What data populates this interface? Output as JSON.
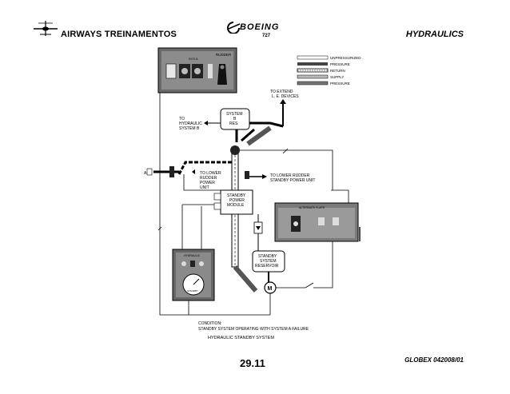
{
  "header": {
    "company": "AIRWAYS TREINAMENTOS",
    "manufacturer": "BOEING",
    "model": "727",
    "section": "HYDRAULICS"
  },
  "footer": {
    "page_number": "29.11",
    "document_code": "GLOBEX 042008/01"
  },
  "diagram": {
    "legend": [
      "UNPRESSURIZED",
      "PRESSURE",
      "RETURN",
      "SUPPLY",
      "PRESSURE"
    ],
    "panel_top_label": "RUDDER",
    "panel_top_sublabel": "SYS A",
    "to_le_devices": [
      "TO EXTEND",
      "L. E. DEVICES"
    ],
    "system_b_res": [
      "SYSTEM",
      "B",
      "RES."
    ],
    "to_hydraulic_system_b": [
      "TO",
      "HYDRAULIC",
      "SYSTEM B"
    ],
    "to_lower_rudder_pcu": [
      "TO LOWER",
      "RUDDER",
      "POWER",
      "UNIT"
    ],
    "to_lower_rudder_standby": [
      "TO LOWER RUDDER",
      "STANDBY POWER UNIT"
    ],
    "standby_power_module": [
      "STANDBY",
      "POWER",
      "MODULE"
    ],
    "alternate_flaps_label": "ALTERNATE FLAPS",
    "standby_system_reservoir": [
      "STANDBY",
      "SYSTEM",
      "RESERVOIR"
    ],
    "motor_label": "M",
    "valve_label": "A",
    "hydraulic_panel_label": "HYDRAULIC",
    "gauge_label": "STANDBY",
    "condition_title": "CONDITION:",
    "condition_text": "STANDBY SYSTEM OPERATING WITH SYSTEM A FAILURE",
    "caption": "HYDRAULIC STANDBY SYSTEM"
  }
}
